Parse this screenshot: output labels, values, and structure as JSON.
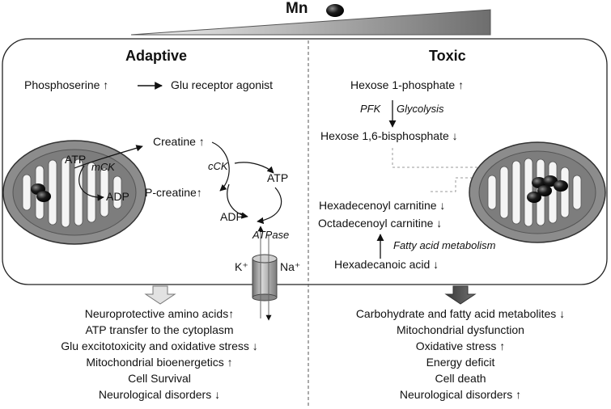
{
  "header": {
    "agent": "Mn"
  },
  "adaptive": {
    "title": "Adaptive",
    "phosphoserine": "Phosphoserine ↑",
    "glu_agonist": "Glu receptor agonist",
    "creatine": "Creatine ↑",
    "p_creatine": "P-creatine↑",
    "atp_mito": "ATP",
    "mck": "mCK",
    "adp_mito": "ADP",
    "cck": "cCK",
    "atp_cyto": "ATP",
    "adp_cyto": "ADP",
    "atpase": "ATPase",
    "k_ion": "K⁺",
    "na_ion": "Na⁺",
    "outcomes": [
      "Neuroprotective amino acids↑",
      "ATP transfer to the cytoplasm",
      "Glu excitotoxicity and oxidative stress ↓",
      "Mitochondrial bioenergetics ↑",
      "Cell Survival",
      "Neurological disorders ↓"
    ]
  },
  "toxic": {
    "title": "Toxic",
    "hexose1p": "Hexose 1-phosphate ↑",
    "pfk": "PFK",
    "glycolysis": "Glycolysis",
    "hexose16bp": "Hexose 1,6-bisphosphate ↓",
    "hexadecenoyl": "Hexadecenoyl carnitine ↓",
    "octadecenoyl": "Octadecenoyl carnitine ↓",
    "fatty_acid": "Fatty acid metabolism",
    "hexadecanoic": "Hexadecanoic acid ↓",
    "outcomes": [
      "Carbohydrate and fatty acid metabolites ↓",
      "Mitochondrial dysfunction",
      "Oxidative stress ↑",
      "Energy deficit",
      "Cell death",
      "Neurological disorders ↑"
    ]
  }
}
